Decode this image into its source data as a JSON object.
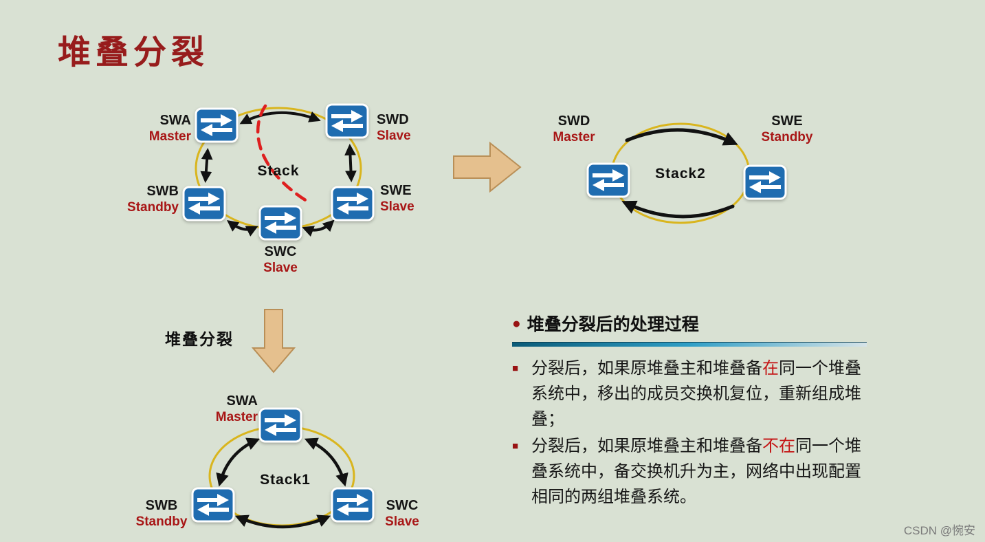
{
  "title": "堆叠分裂",
  "split_arrow_label": "堆叠分裂",
  "colors": {
    "background": "#d9e1d3",
    "title_red": "#971c1c",
    "role_red": "#a81616",
    "highlight_red": "#c41414",
    "switch_blue": "#1f6cb0",
    "ring_gold": "#d9b51e",
    "block_arrow_tan": "#e5c08e",
    "bullet_red": "#991313"
  },
  "diagram_original": {
    "stack_label": "Stack",
    "nodes": [
      {
        "name": "SWA",
        "role": "Master"
      },
      {
        "name": "SWD",
        "role": "Slave"
      },
      {
        "name": "SWB",
        "role": "Standby"
      },
      {
        "name": "SWE",
        "role": "Slave"
      },
      {
        "name": "SWC",
        "role": "Slave"
      }
    ]
  },
  "diagram_stack2": {
    "stack_label": "Stack2",
    "nodes": [
      {
        "name": "SWD",
        "role": "Master"
      },
      {
        "name": "SWE",
        "role": "Standby"
      }
    ]
  },
  "diagram_stack1": {
    "stack_label": "Stack1",
    "nodes": [
      {
        "name": "SWA",
        "role": "Master"
      },
      {
        "name": "SWB",
        "role": "Standby"
      },
      {
        "name": "SWC",
        "role": "Slave"
      }
    ]
  },
  "panel": {
    "heading_bullet": "●",
    "heading": "堆叠分裂后的处理过程",
    "bullets": [
      {
        "marker": "■",
        "pre": "分裂后，如果原堆叠主和堆叠备",
        "highlight": "在",
        "post": "同一个堆叠系统中，移出的成员交换机复位，重新组成堆叠；"
      },
      {
        "marker": "■",
        "pre": "分裂后，如果原堆叠主和堆叠备",
        "highlight": "不在",
        "post": "同一个堆叠系统中，备交换机升为主，网络中出现配置相同的两组堆叠系统。"
      }
    ]
  },
  "watermark": "CSDN @惋安"
}
